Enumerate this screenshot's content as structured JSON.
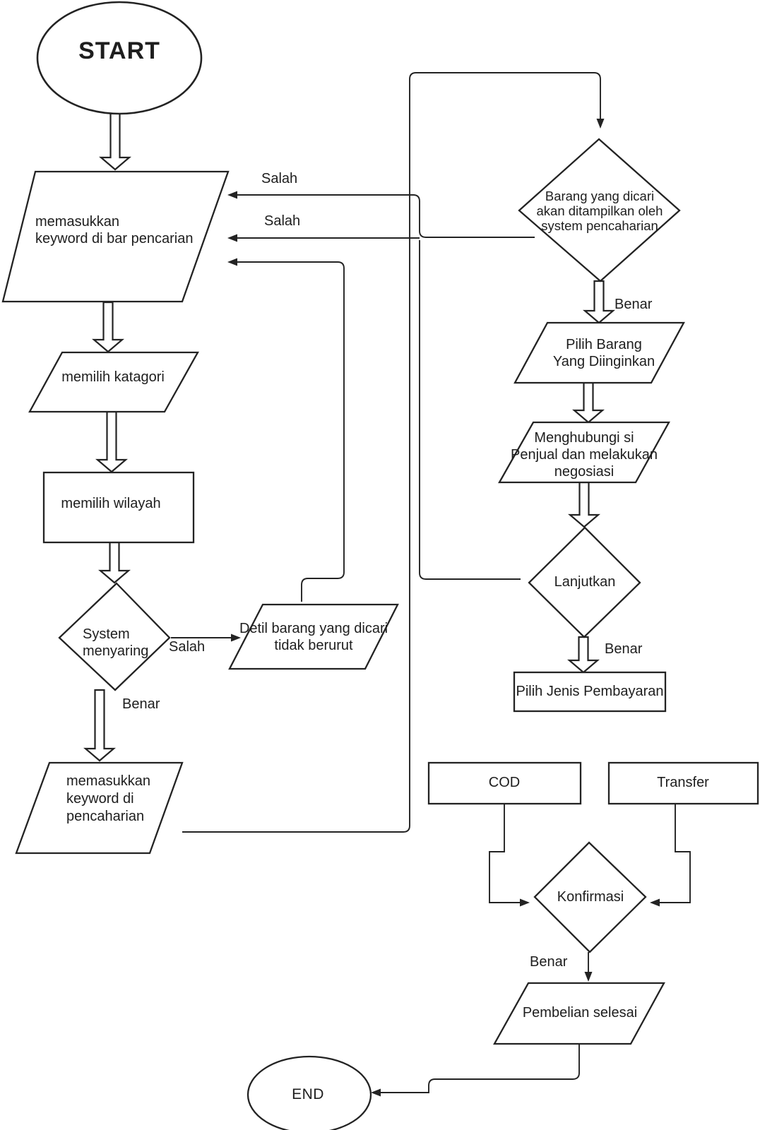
{
  "diagram": {
    "title_hint": "Flowchart proses pencarian dan pembelian barang",
    "colors": {
      "line": "#232323",
      "shape_fill": "#ffffff",
      "background": "#ffffff",
      "text": "#1e1e1e"
    },
    "nodes": {
      "start": {
        "type": "terminator",
        "label": "START"
      },
      "input_keyword_bar": {
        "type": "input-output",
        "label": "memasukkan\nkeyword di bar pencarian"
      },
      "choose_category": {
        "type": "input-output",
        "label": "memilih katagori"
      },
      "choose_region": {
        "type": "process",
        "label": "memilih wilayah"
      },
      "system_filter": {
        "type": "decision",
        "label": "System\nmenyaring"
      },
      "detail_not_ordered": {
        "type": "input-output",
        "label": "Detil barang yang dicari\ntidak berurut"
      },
      "input_keyword_search": {
        "type": "input-output",
        "label": "memasukkan\nkeyword di\npencaharian"
      },
      "items_displayed": {
        "type": "decision",
        "label": "Barang yang dicari\nakan ditampilkan oleh\nsystem pencaharian"
      },
      "pick_item": {
        "type": "input-output",
        "label": "Pilih Barang\nYang Diinginkan"
      },
      "contact_seller": {
        "type": "input-output",
        "label": "Menghubungi si\nPenjual dan melakukan\nnegosiasi"
      },
      "continue_decision": {
        "type": "decision",
        "label": "Lanjutkan"
      },
      "payment_type": {
        "type": "process",
        "label": "Pilih Jenis Pembayaran"
      },
      "cod": {
        "type": "process",
        "label": "COD"
      },
      "transfer": {
        "type": "process",
        "label": "Transfer"
      },
      "confirmation": {
        "type": "decision",
        "label": "Konfirmasi"
      },
      "purchase_done": {
        "type": "input-output",
        "label": "Pembelian selesai"
      },
      "end": {
        "type": "terminator",
        "label": "END"
      }
    },
    "edge_labels": {
      "salah_top": "Salah",
      "salah_mid": "Salah",
      "salah_filter": "Salah",
      "benar_filter": "Benar",
      "benar_items": "Benar",
      "benar_continue": "Benar",
      "benar_confirm": "Benar"
    }
  }
}
